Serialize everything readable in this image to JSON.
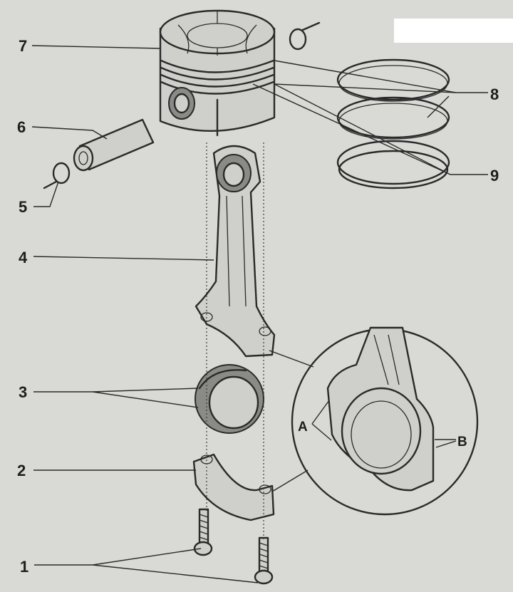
{
  "callouts": [
    {
      "id": "1",
      "text": "1"
    },
    {
      "id": "2",
      "text": "2"
    },
    {
      "id": "3",
      "text": "3"
    },
    {
      "id": "4",
      "text": "4"
    },
    {
      "id": "5",
      "text": "5"
    },
    {
      "id": "6",
      "text": "6"
    },
    {
      "id": "7",
      "text": "7"
    },
    {
      "id": "8",
      "text": "8"
    },
    {
      "id": "9",
      "text": "9"
    }
  ],
  "detail_labels": {
    "a": "A",
    "b": "B"
  },
  "colors": {
    "paper": "#d9d9d5",
    "ink": "#2a2a2a",
    "label_patch": "#ffffff"
  }
}
